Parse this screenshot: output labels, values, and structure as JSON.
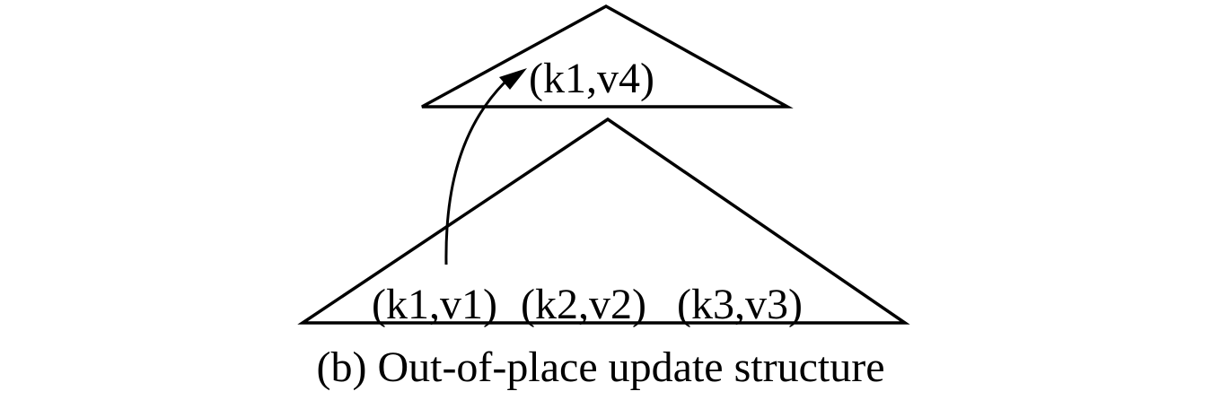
{
  "diagram": {
    "title": "(b) Out-of-place update structure",
    "upper_structure": {
      "shape": "triangle",
      "entries": [
        "(k1,v4)"
      ]
    },
    "lower_structure": {
      "shape": "triangle",
      "entries": [
        "(k1,v1)",
        "(k2,v2)",
        "(k3,v3)"
      ]
    },
    "arrow": {
      "from": "(k1,v1)",
      "to": "(k1,v4)"
    },
    "colors": {
      "stroke": "#000000",
      "background": "#ffffff"
    }
  }
}
